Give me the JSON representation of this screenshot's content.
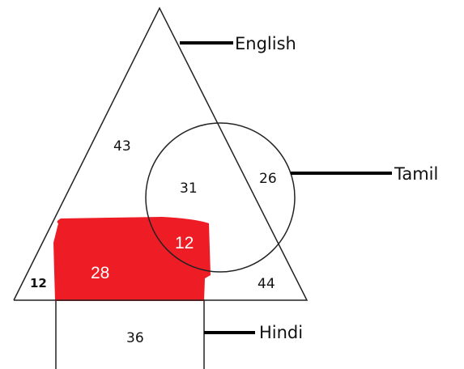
{
  "sets": {
    "english": {
      "label": "English"
    },
    "tamil": {
      "label": "Tamil"
    },
    "hindi": {
      "label": "Hindi"
    }
  },
  "regions": {
    "english_only": "43",
    "english_tamil": "31",
    "tamil_only": "26",
    "english_hindi_left": "12",
    "english_hindi": "28",
    "all_three": "12",
    "tamil_hindi": "44",
    "hindi_only": "36"
  },
  "colors": {
    "highlight": "#ee1c24",
    "stroke": "#222222",
    "leader": "#000000"
  }
}
